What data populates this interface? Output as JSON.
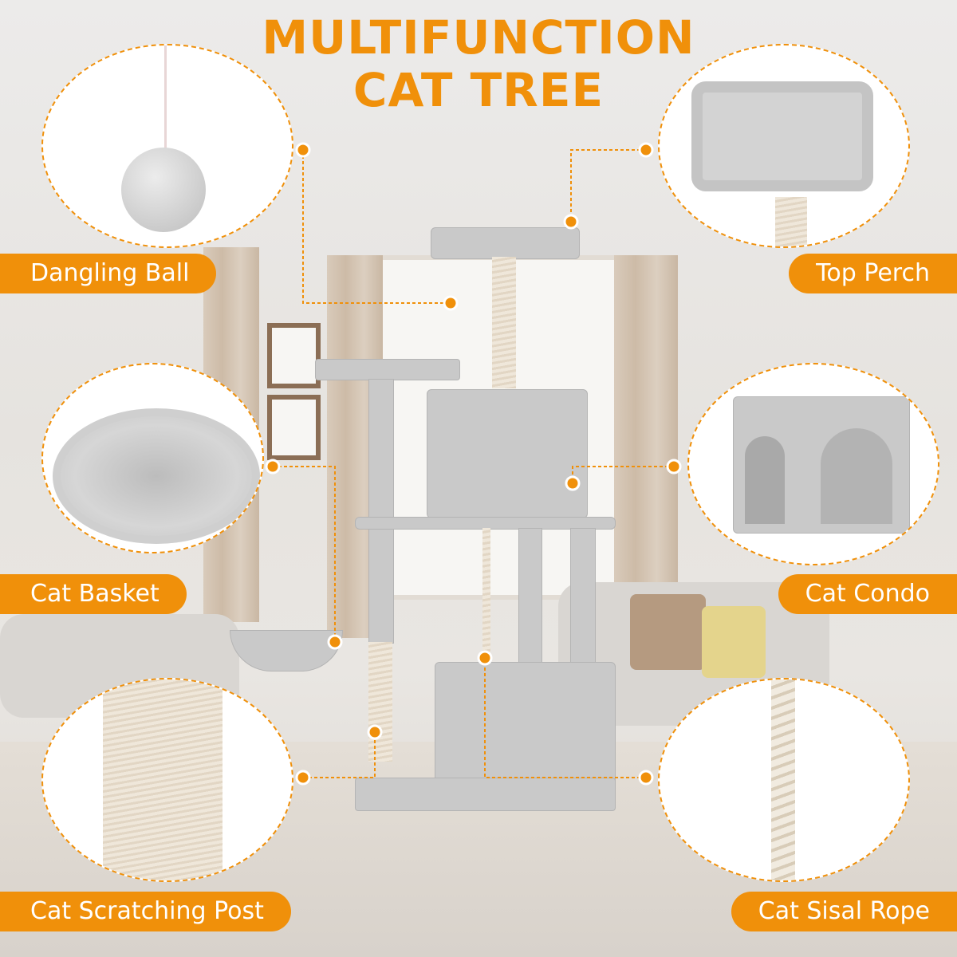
{
  "title": {
    "line1": "MULTIFUNCTION",
    "line2": "CAT TREE"
  },
  "features": {
    "dangling_ball": "Dangling Ball",
    "top_perch": "Top Perch",
    "cat_basket": "Cat Basket",
    "cat_condo": "Cat Condo",
    "cat_scratching_post": "Cat Scratching Post",
    "cat_sisal_rope": "Cat Sisal Rope"
  },
  "colors": {
    "accent": "#F0900A",
    "plush": "#c9c9c9",
    "sisal": "#e9dfcf"
  }
}
